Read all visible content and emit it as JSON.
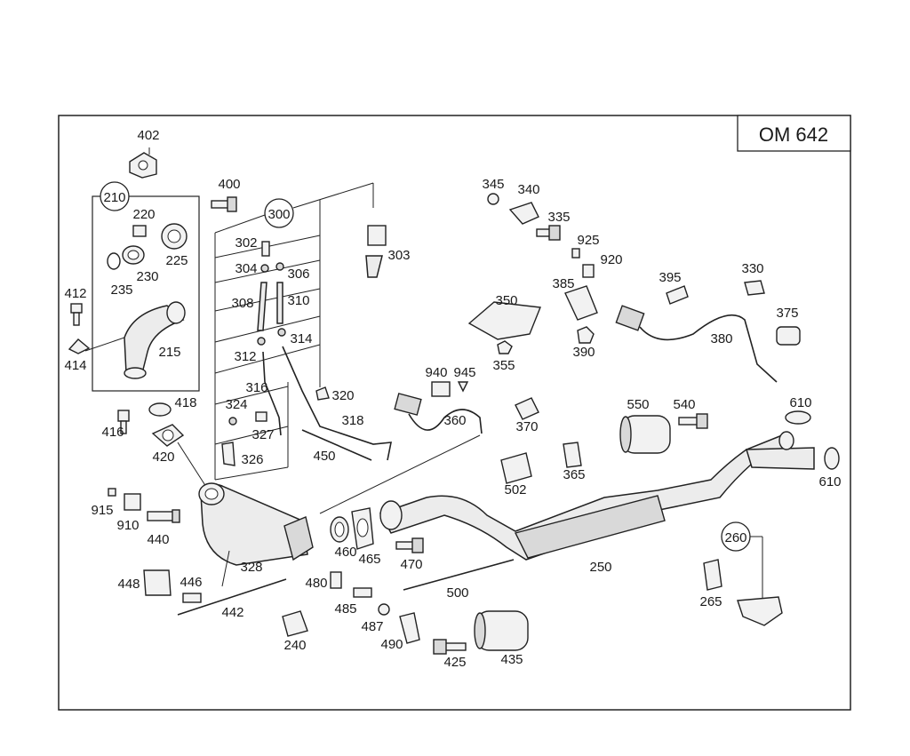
{
  "engine_code": "OM 642",
  "colors": {
    "ink": "#1a1a1a",
    "accent_leader": "#b00030",
    "background": "#ffffff"
  },
  "group_callouts": [
    "210",
    "300",
    "260"
  ],
  "part_labels": {
    "p402": "402",
    "p400": "400",
    "p210": "210",
    "p220": "220",
    "p225": "225",
    "p230": "230",
    "p235": "235",
    "p412": "412",
    "p414": "414",
    "p215": "215",
    "p300": "300",
    "p302": "302",
    "p304": "304",
    "p306": "306",
    "p308": "308",
    "p310": "310",
    "p314": "314",
    "p312": "312",
    "p316": "316",
    "p303": "303",
    "p320": "320",
    "p318": "318",
    "p324": "324",
    "p327": "327",
    "p326": "326",
    "p418": "418",
    "p416": "416",
    "p420": "420",
    "p450": "450",
    "p345": "345",
    "p340": "340",
    "p335": "335",
    "p925": "925",
    "p920": "920",
    "p385": "385",
    "p395": "395",
    "p330": "330",
    "p375": "375",
    "p350": "350",
    "p390": "390",
    "p380": "380",
    "p355": "355",
    "p940": "940",
    "p945": "945",
    "p360": "360",
    "p370": "370",
    "p550": "550",
    "p540": "540",
    "p610a": "610",
    "p610b": "610",
    "p502": "502",
    "p365": "365",
    "p915": "915",
    "p910": "910",
    "p440": "440",
    "p328": "328",
    "p460": "460",
    "p465": "465",
    "p470": "470",
    "p250": "250",
    "p260": "260",
    "p265": "265",
    "p448": "448",
    "p446": "446",
    "p480": "480",
    "p500": "500",
    "p442": "442",
    "p485": "485",
    "p487": "487",
    "p490": "490",
    "p240": "240",
    "p425": "425",
    "p435": "435"
  }
}
